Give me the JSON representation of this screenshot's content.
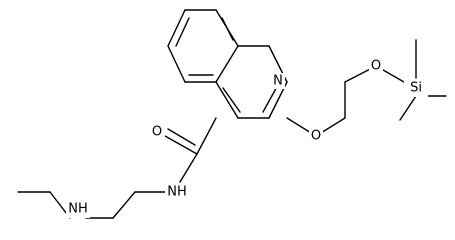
{
  "molecule": {
    "atoms": {
      "quinoline_n": "N",
      "ether_o": "O",
      "silyl_o": "O",
      "si": "Si",
      "amide_o": "O",
      "amide_nh": "NH",
      "amine_nh": "NH"
    }
  }
}
